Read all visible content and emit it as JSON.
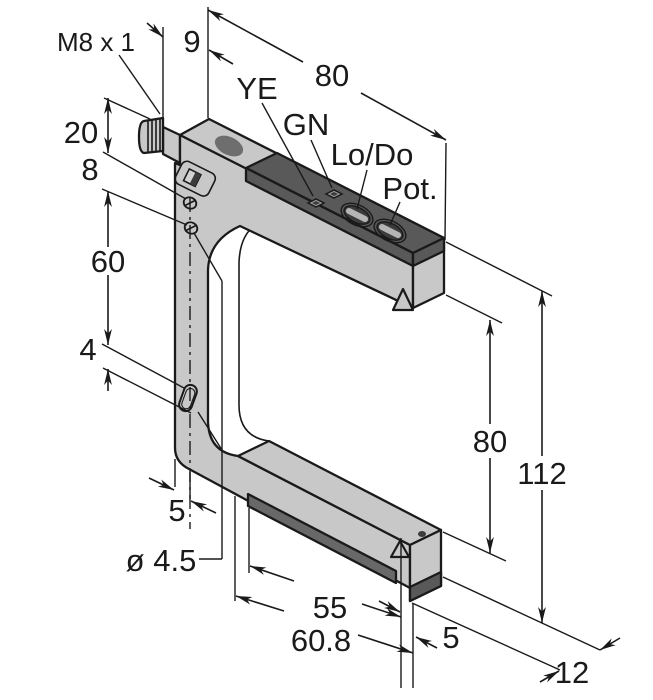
{
  "figure": {
    "type": "technical-dimension-drawing",
    "labels": {
      "thread": "M8 x 1",
      "led_yellow": "YE",
      "led_green": "GN",
      "switch_light_dark": "Lo/Do",
      "potentiometer": "Pot.",
      "hole_diameter": "ø 4.5"
    },
    "dimensions": {
      "beam_offset_top": "9",
      "arm_length_top": "80",
      "connector_section": "20",
      "screw_spacing": "8",
      "side_length": "60",
      "slot_width": "4",
      "inner_height": "80",
      "total_height": "112",
      "axis_offset_left": "5",
      "window_length": "55",
      "bottom_width": "60.8",
      "axis_offset_bottom": "5",
      "depth": "12"
    },
    "colors": {
      "body": "#c8c8c8",
      "panel_dark": "#595959",
      "hole_dark": "#6e6e6e",
      "window_dark": "#686868",
      "detail_mid": "#9a9a9a",
      "detail_deep": "#3c3c3c",
      "line": "#1a1a1a",
      "background": "#ffffff"
    }
  }
}
